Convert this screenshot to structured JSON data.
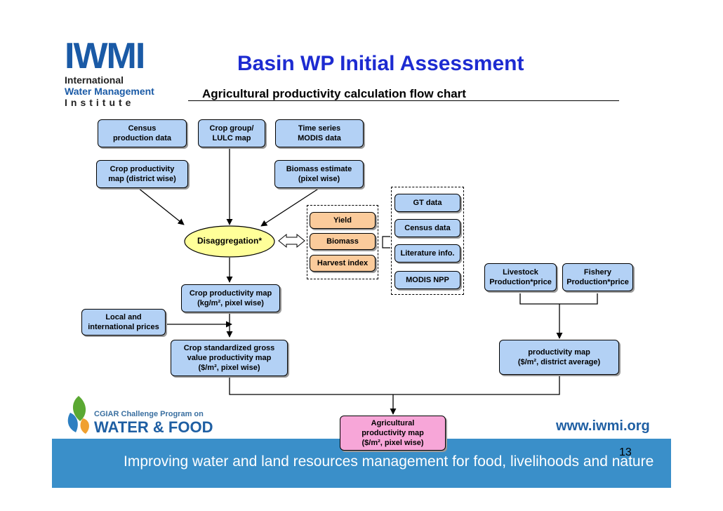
{
  "header": {
    "title": "Basin WP Initial Assessment",
    "subtitle": "Agricultural productivity calculation flow chart"
  },
  "logo": {
    "brand": "IWMI",
    "line1": "International",
    "line2": "Water Management",
    "line3": "Institute"
  },
  "nodes": {
    "census": "Census\nproduction data",
    "cropgroup": "Crop group/\nLULC map",
    "timeseries": "Time series\nMODIS data",
    "cropprod": "Crop productivity\nmap (district wise)",
    "biomassest": "Biomass estimate\n(pixel wise)",
    "disagg": "Disaggregation*",
    "yield": "Yield",
    "biomass": "Biomass",
    "harvest": "Harvest index",
    "gt": "GT data",
    "census2": "Census data",
    "literature": "Literature info.",
    "modisnpp": "MODIS NPP",
    "livestock": "Livestock\nProduction*price",
    "fishery": "Fishery\nProduction*price",
    "cropprodmap": "Crop productivity map\n(kg/m², pixel wise)",
    "prices": "Local and\ninternational prices",
    "gross": "Crop standardized gross\nvalue productivity map\n($/m², pixel wise)",
    "prodmap": "productivity map\n($/m², district average)",
    "agri": "Agricultural\nproductivity map\n($/m², pixel wise)"
  },
  "footer": {
    "cgiar_small": "CGIAR Challenge Program on",
    "cgiar_big": "WATER & FOOD",
    "url": "www.iwmi.org",
    "tagline": "Improving water and land resources management for food, livelihoods and nature",
    "page": "13"
  },
  "colors": {
    "title": "#1d2bd1",
    "blue_box": "#b3d1f5",
    "orange_box": "#fbcb9b",
    "pink_box": "#f7a6d8",
    "ellipse": "#ffff99",
    "footer_bar": "#3a8fc9"
  }
}
